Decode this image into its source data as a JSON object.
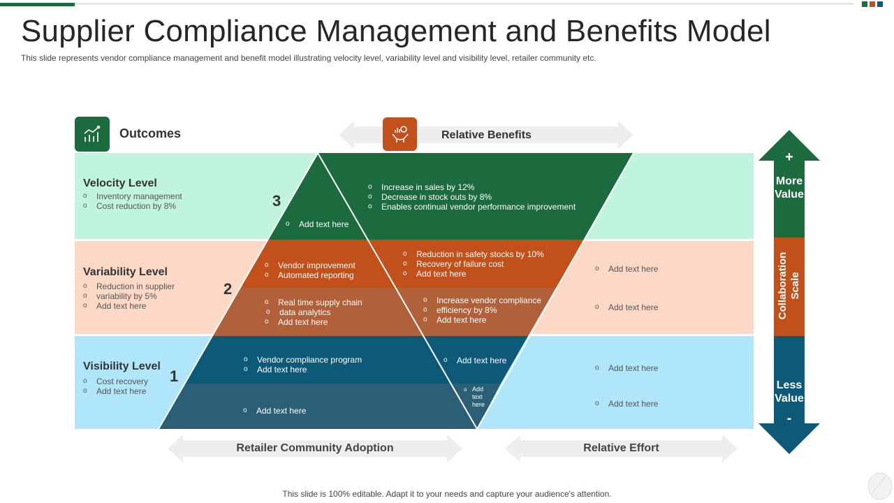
{
  "header": {
    "title": "Supplier Compliance Management and Benefits Model",
    "subtitle": "This slide represents vendor compliance management and benefit model illustrating velocity level, variability level and visibility level, retailer community etc."
  },
  "footer": "This slide is 100% editable. Adapt it to your needs and capture your audience's attention.",
  "colors": {
    "green": "#1b6b3e",
    "orange": "#c2501a",
    "blue": "#0c5a78",
    "mint": "#c1f4dc",
    "peach": "#fcd8c6",
    "sky": "#b0e6fa"
  },
  "outcomes": {
    "label": "Outcomes",
    "icon": "chart-icon"
  },
  "relative_benefits": {
    "label": "Relative Benefits",
    "icon": "hands-coins-icon"
  },
  "bottom_arrows": {
    "left": "Retailer Community Adoption",
    "right": "Relative Effort"
  },
  "scale": {
    "top": "More Value",
    "middle": "Collaboration Scale",
    "bottom": "Less Value",
    "plus": "+",
    "minus": "-"
  },
  "levels": {
    "velocity": {
      "title": "Velocity Level",
      "number": "3",
      "bullets": [
        "Inventory  management",
        "Cost reduction by 8%"
      ]
    },
    "variability": {
      "title": "Variability Level",
      "number": "2",
      "bullets": [
        "Reduction in supplier",
        "variability by 5%",
        "Add text here"
      ]
    },
    "visibility": {
      "title": "Visibility Level",
      "number": "1",
      "bullets": [
        "Cost recovery",
        "Add text here"
      ]
    }
  },
  "pyramid": {
    "top": [
      "Add text here"
    ],
    "mid_upper": [
      "Vendor improvement",
      "Automated reporting"
    ],
    "mid_lower": [
      "Real time supply chain",
      "data analytics",
      "Add text here"
    ],
    "base_upper": [
      "Vendor compliance program",
      "Add text here"
    ],
    "base_lower": [
      "Add text here"
    ]
  },
  "inverted": {
    "top": [
      "Increase in sales by 12%",
      "Decrease in stock outs by 8%",
      "Enables continual vendor performance improvement"
    ],
    "mid_upper": [
      "Reduction in safety stocks by 10%",
      "Recovery of failure cost",
      "Add text here"
    ],
    "mid_lower": [
      "Increase vendor compliance",
      "efficiency by 8%",
      "Add text here"
    ],
    "low_upper": [
      "Add  text here"
    ],
    "low_lower": [
      "Add",
      "text",
      "here"
    ]
  },
  "right_col": {
    "variability": [
      "Add text here",
      "Add text here"
    ],
    "visibility": [
      "Add text here",
      "Add text here"
    ]
  }
}
